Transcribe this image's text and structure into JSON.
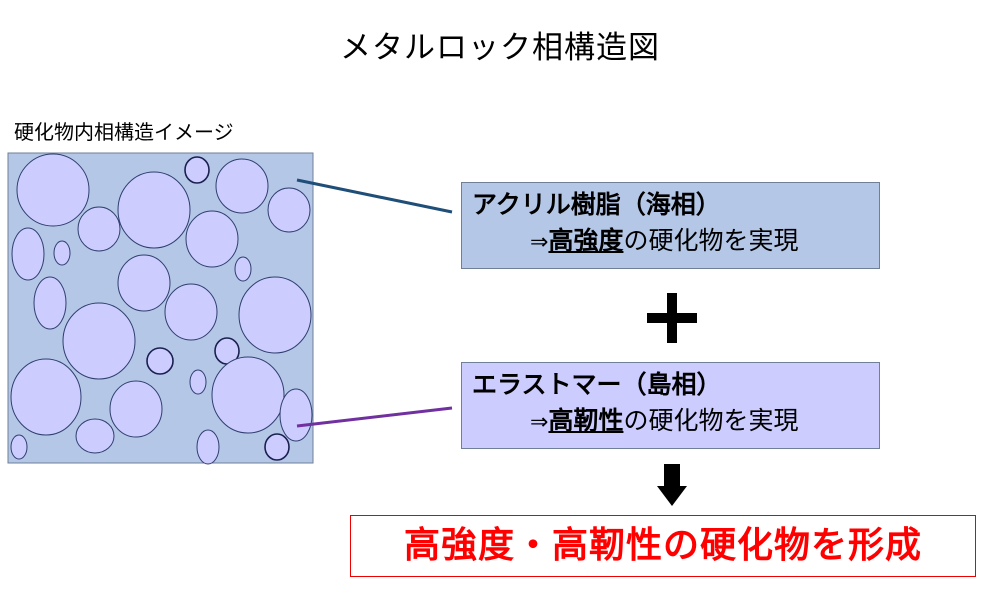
{
  "title": "メタルロック相構造図",
  "subtitle": "硬化物内相構造イメージ",
  "sea_phase": {
    "heading": "アクリル樹脂（海相）",
    "arrow": "⇒",
    "property": "高強度",
    "suffix": "の硬化物を実現",
    "color": "#b4c7e7",
    "leader_color": "#1f4e79"
  },
  "plus_icon": "plus-icon",
  "island_phase": {
    "heading": "エラストマー（島相）",
    "arrow": "⇒",
    "property": "高靭性",
    "suffix": "の硬化物を実現",
    "color": "#ccccff",
    "leader_color": "#7030a0"
  },
  "down_arrow_icon": "down-arrow-icon",
  "result": "高強度・高靭性の硬化物を形成",
  "result_color": "#ff0000"
}
